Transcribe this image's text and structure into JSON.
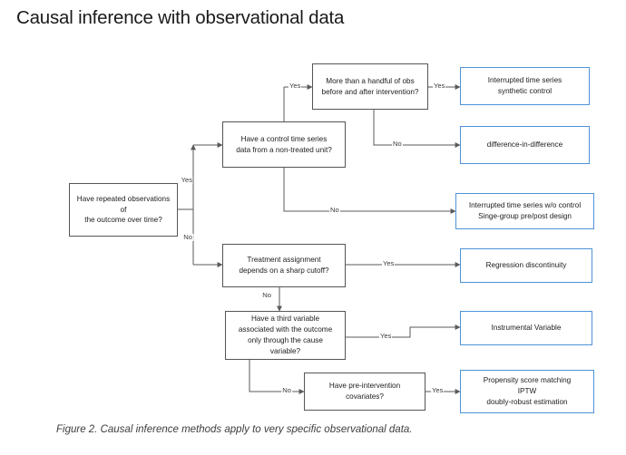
{
  "page": {
    "title": "Causal inference with observational data",
    "caption": "Figure 2. Causal inference methods apply to very specific observational data."
  },
  "colors": {
    "decision_border": "#555555",
    "outcome_border": "#4d93d9",
    "connector": "#5a5a5a",
    "text": "#1c1c1c",
    "background": "#ffffff"
  },
  "flowchart": {
    "type": "decision-tree",
    "nodes": [
      {
        "id": "q-repeated-observations",
        "kind": "decision",
        "text": "Have repeated observations of\nthe outcome over time?"
      },
      {
        "id": "q-control-time-series",
        "kind": "decision",
        "text": "Have a control time series\ndata from a non-treated unit?"
      },
      {
        "id": "q-handful-of-obs",
        "kind": "decision",
        "text": "More than a handful of obs\nbefore and after intervention?"
      },
      {
        "id": "q-sharp-cutoff",
        "kind": "decision",
        "text": "Treatment assignment\ndepends on a sharp cutoff?"
      },
      {
        "id": "q-third-variable",
        "kind": "decision",
        "text": "Have a third variable\nassociated with the outcome\nonly through the cause\nvariable?"
      },
      {
        "id": "q-pre-intervention-covariates",
        "kind": "decision",
        "text": "Have pre-intervention\ncovariates?"
      },
      {
        "id": "m-its-synthetic-control",
        "kind": "outcome",
        "text": "Interrupted time series\nsynthetic control"
      },
      {
        "id": "m-difference-in-difference",
        "kind": "outcome",
        "text": "difference-in-difference"
      },
      {
        "id": "m-its-wo-control",
        "kind": "outcome",
        "text": "Interrupted time series w/o control\nSinge-group pre/post design"
      },
      {
        "id": "m-regression-discontinuity",
        "kind": "outcome",
        "text": "Regression discontinuity"
      },
      {
        "id": "m-instrumental-variable",
        "kind": "outcome",
        "text": "Instrumental Variable"
      },
      {
        "id": "m-propensity-score",
        "kind": "outcome",
        "text": "Propensity score matching\nIPTW\ndoubly-robust estimation"
      }
    ],
    "edge_labels": {
      "repeated_yes": "Yes",
      "repeated_no": "No",
      "control_yes": "Yes",
      "control_no": "No",
      "handful_yes": "Yes",
      "handful_no": "No",
      "cutoff_yes": "Yes",
      "cutoff_no": "No",
      "thirdvar_yes": "Yes",
      "thirdvar_no": "No",
      "covariates_yes": "Yes"
    },
    "edges": [
      {
        "from": "q-repeated-observations",
        "to": "q-control-time-series",
        "label": "Yes"
      },
      {
        "from": "q-repeated-observations",
        "to": "q-sharp-cutoff",
        "label": "No"
      },
      {
        "from": "q-control-time-series",
        "to": "q-handful-of-obs",
        "label": "Yes"
      },
      {
        "from": "q-control-time-series",
        "to": "m-its-wo-control",
        "label": "No"
      },
      {
        "from": "q-handful-of-obs",
        "to": "m-its-synthetic-control",
        "label": "Yes"
      },
      {
        "from": "q-handful-of-obs",
        "to": "m-difference-in-difference",
        "label": "No"
      },
      {
        "from": "q-sharp-cutoff",
        "to": "m-regression-discontinuity",
        "label": "Yes"
      },
      {
        "from": "q-sharp-cutoff",
        "to": "q-third-variable",
        "label": "No"
      },
      {
        "from": "q-third-variable",
        "to": "m-instrumental-variable",
        "label": "Yes"
      },
      {
        "from": "q-third-variable",
        "to": "q-pre-intervention-covariates",
        "label": "No"
      },
      {
        "from": "q-pre-intervention-covariates",
        "to": "m-propensity-score",
        "label": "Yes"
      }
    ]
  }
}
